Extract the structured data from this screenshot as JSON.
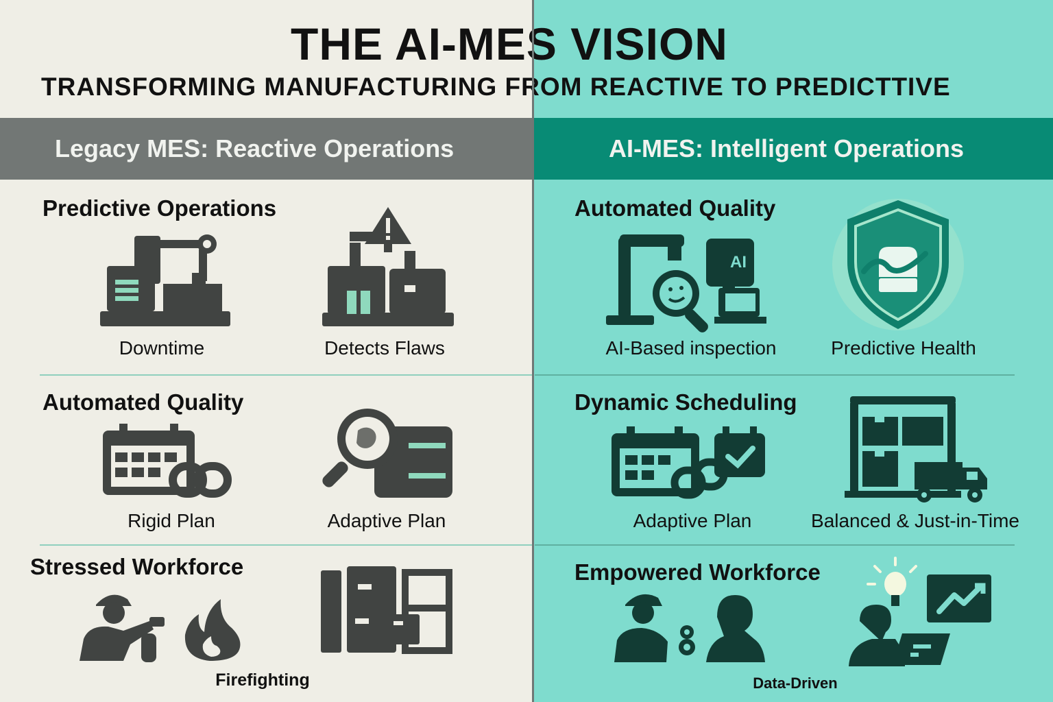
{
  "header": {
    "title": "THE AI-MES VISION",
    "subtitle": "TRANSFORMING MANUFACTURING FROM REACTIVE TO PREDICTTIVE"
  },
  "legacy": {
    "heading": "Legacy MES: Reactive Operations",
    "sections": [
      {
        "title": "Predictive Operations",
        "items": [
          {
            "label": "Downtime",
            "icon": "machine-icon"
          },
          {
            "label": "Detects Flaws",
            "icon": "factory-warning-icon"
          }
        ]
      },
      {
        "title": "Automated Quality",
        "items": [
          {
            "label": "Rigid Plan",
            "icon": "calendar-chain-icon"
          },
          {
            "label": "Adaptive Plan",
            "icon": "magnifier-document-icon"
          }
        ]
      },
      {
        "title": "Stressed Workforce",
        "items": [
          {
            "label": "Firefighting",
            "icon": "worker-fire-icon"
          },
          {
            "label": "",
            "icon": "warehouse-shelves-icon"
          }
        ]
      }
    ]
  },
  "ai": {
    "heading": "AI-MES: Intelligent Operations",
    "sections": [
      {
        "title": "Automated Quality",
        "items": [
          {
            "label": "AI-Based inspection",
            "icon": "robot-inspection-icon"
          },
          {
            "label": "Predictive Health",
            "icon": "shield-health-icon"
          }
        ]
      },
      {
        "title": "Dynamic Scheduling",
        "items": [
          {
            "label": "Adaptive Plan",
            "icon": "calendar-check-icon"
          },
          {
            "label": "Balanced & Just-in-Time",
            "icon": "warehouse-truck-icon"
          }
        ]
      },
      {
        "title": "Empowered Workforce",
        "items": [
          {
            "label": "Data-Driven",
            "icon": "workers-insight-icon"
          },
          {
            "label": "",
            "icon": "analyst-chart-icon"
          }
        ]
      }
    ],
    "ai_badge": "AI"
  },
  "colors": {
    "left_bg": "#efeee6",
    "right_bg": "#7fdcce",
    "left_band": "#727775",
    "right_band": "#088b75",
    "icon_dark": "#414442",
    "icon_teal_dark": "#123c34",
    "accent_mint": "#8fd9bd"
  }
}
